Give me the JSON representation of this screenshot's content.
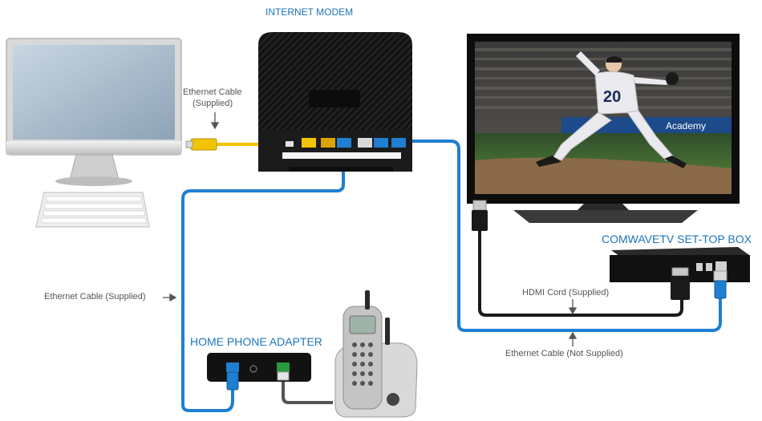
{
  "labels": {
    "internet_modem": "INTERNET MODEM",
    "ethernet_cable_supplied_top_line1": "Ethernet Cable",
    "ethernet_cable_supplied_top_line2": "(Supplied)",
    "ethernet_cable_supplied_left": "Ethernet Cable (Supplied)",
    "comwavetv_set_top_box": "COMWAVETV SET-TOP BOX",
    "hdmi_cord": "HDMI Cord (Supplied)",
    "ethernet_cable_not_supplied": "Ethernet Cable (Not Supplied)",
    "home_phone_adapter": "HOME PHONE ADAPTER"
  },
  "tv_screen": {
    "jersey_number": "20",
    "banner_text": "Academy"
  },
  "colors": {
    "accent_blue": "#1b75bb",
    "cable_blue": "#1f7fd0",
    "cable_yellow": "#f2c300",
    "cable_black": "#1a1a1a",
    "label_gray": "#555555"
  }
}
